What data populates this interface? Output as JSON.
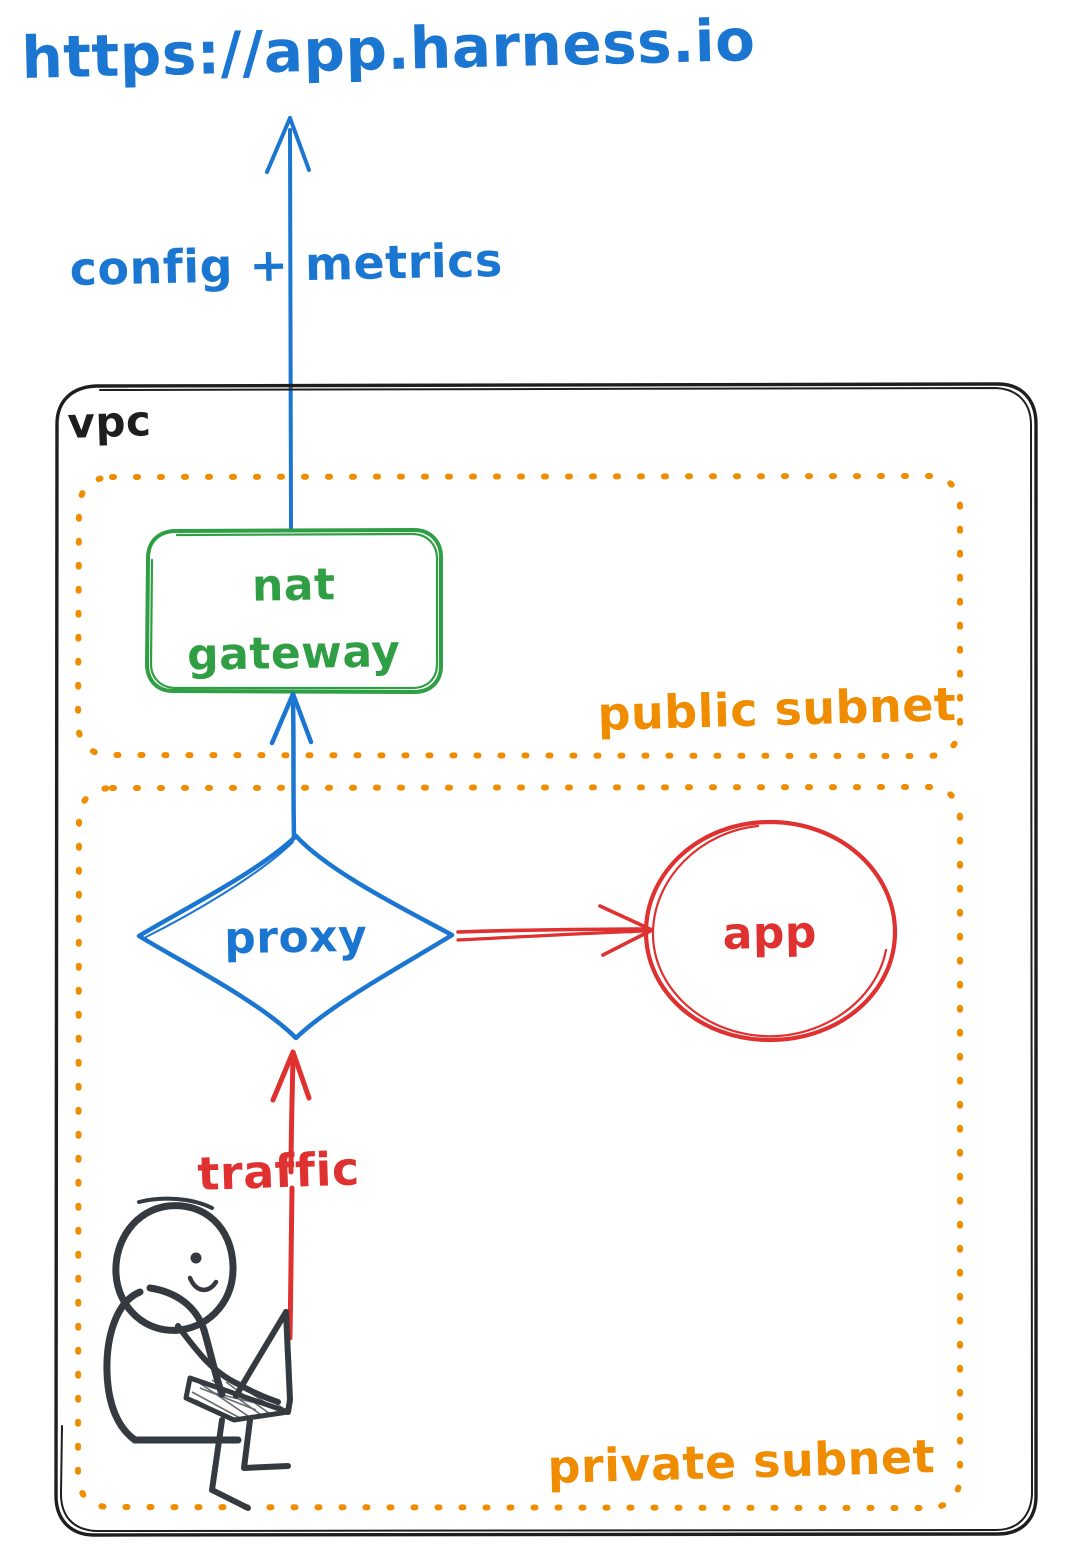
{
  "diagram": {
    "title": "VPC network architecture with public and private subnets",
    "style": "hand-drawn sketch",
    "background_color": "#ffffff"
  },
  "colors": {
    "blue": "#1b76d1",
    "red": "#e03131",
    "green": "#2f9e44",
    "orange": "#f08c00",
    "black": "#1e1e1e",
    "person": "#343a40"
  },
  "external": {
    "url_label": "https://app.harness.io"
  },
  "containers": {
    "vpc": {
      "label": "vpc",
      "border_color": "#1e1e1e",
      "border_style": "solid-rounded"
    },
    "public_subnet": {
      "label": "public subnet",
      "border_color": "#f08c00",
      "border_style": "dotted-rounded"
    },
    "private_subnet": {
      "label": "private subnet",
      "border_color": "#f08c00",
      "border_style": "dotted-rounded"
    }
  },
  "nodes": {
    "nat_gateway": {
      "label_line1": "nat",
      "label_line2": "gateway",
      "shape": "rounded-rectangle",
      "color": "#2f9e44"
    },
    "proxy": {
      "label": "proxy",
      "shape": "diamond",
      "color": "#1b76d1"
    },
    "app": {
      "label": "app",
      "shape": "ellipse",
      "color": "#e03131"
    },
    "user": {
      "label": "",
      "shape": "stick-figure-with-laptop",
      "color": "#343a40"
    }
  },
  "edges": [
    {
      "id": "nat-to-internet",
      "from": "nat_gateway",
      "to": "external_url",
      "label": "config + metrics",
      "color": "#1b76d1",
      "direction": "up"
    },
    {
      "id": "proxy-to-nat",
      "from": "proxy",
      "to": "nat_gateway",
      "label": "",
      "color": "#1b76d1",
      "direction": "up"
    },
    {
      "id": "proxy-to-app",
      "from": "proxy",
      "to": "app",
      "label": "",
      "color": "#e03131",
      "direction": "right"
    },
    {
      "id": "user-to-proxy",
      "from": "user",
      "to": "proxy",
      "label": "traffic",
      "color": "#e03131",
      "direction": "up"
    }
  ]
}
